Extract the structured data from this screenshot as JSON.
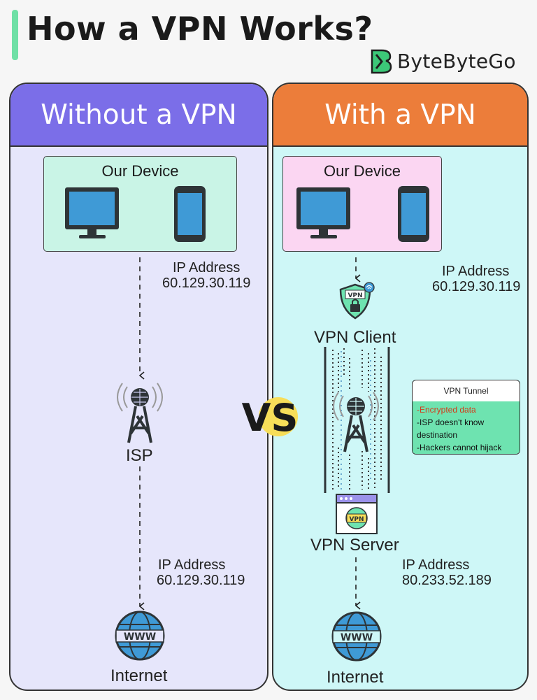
{
  "header": {
    "title": "How a VPN Works?",
    "brand": "ByteByteGo"
  },
  "left": {
    "heading": "Without a VPN",
    "device_label": "Our Device",
    "ip_label_1": "IP Address",
    "ip_value_1": "60.129.30.119",
    "isp_label": "ISP",
    "ip_label_2": "IP Address",
    "ip_value_2": "60.129.30.119",
    "internet_label": "Internet"
  },
  "vs": "VS",
  "right": {
    "heading": "With a VPN",
    "device_label": "Our Device",
    "ip_label_1": "IP Address",
    "ip_value_1": "60.129.30.119",
    "vpn_client_label": "VPN Client",
    "tunnel": {
      "title": "VPN Tunnel",
      "items": [
        "-Encrypted data",
        "-ISP doesn't know destination",
        "-Hackers cannot hijack"
      ]
    },
    "vpn_server_label": "VPN Server",
    "ip_label_2": "IP Address",
    "ip_value_2": "80.233.52.189",
    "internet_label": "Internet"
  },
  "icons": {
    "vpn_badge": "VPN",
    "www": "WWW"
  },
  "colors": {
    "left_header": "#7b6ee8",
    "right_header": "#ec7d3a",
    "left_bg": "#e6e6fb",
    "right_bg": "#cef7f7",
    "device_left_bg": "#c9f4e6",
    "device_right_bg": "#fbd6f2",
    "accent_green": "#6ee3b0",
    "globe_blue": "#3f9ad6",
    "vs_yellow": "#f7de59"
  }
}
